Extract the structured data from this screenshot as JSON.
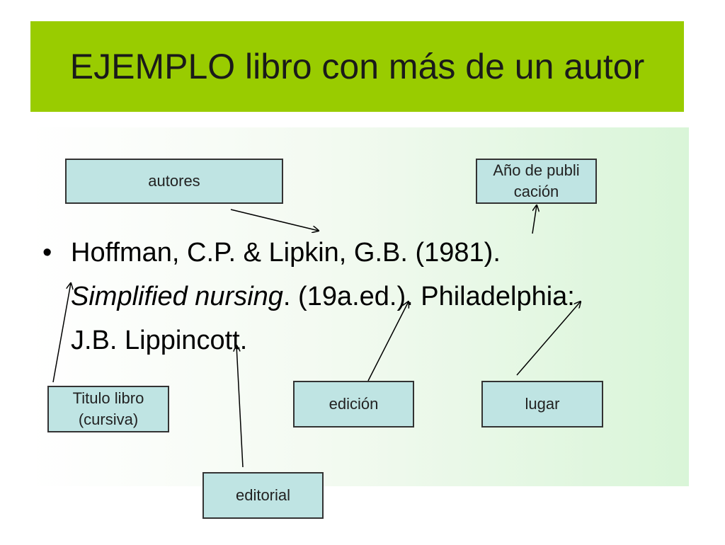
{
  "title": "EJEMPLO libro con más de un autor",
  "reference": {
    "bullet": "•",
    "line1": "Hoffman, C.P. & Lipkin, G.B. (1981).",
    "line2_italic": "Simplified nursing",
    "line2_rest": ". (19a.ed.). Philadelphia:",
    "line3": "J.B. Lippincott."
  },
  "labels": {
    "autores": "autores",
    "anio_line1": "Año de publi",
    "anio_line2": "cación",
    "titulo_line1": "Titulo libro",
    "titulo_line2": "(cursiva)",
    "edicion": "edición",
    "lugar": "lugar",
    "editorial": "editorial"
  },
  "colors": {
    "title_bar": "#99cc00",
    "label_box_fill": "#bfe4e3",
    "label_box_border": "#333333"
  }
}
